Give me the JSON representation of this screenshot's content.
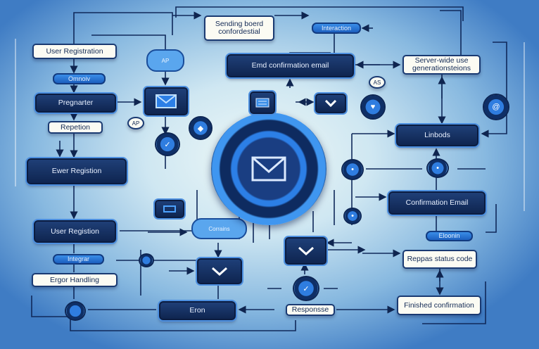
{
  "diagram": {
    "nodes": {
      "sending": "Sending boerd confordestial",
      "user_registration_top": "User Registration",
      "omnoiv": "Omnoiv",
      "pregnarter": "Pregnarter",
      "repetion": "Repetion",
      "ewer_registion": "Ewer Registion",
      "user_registion": "User Registion",
      "integrar": "Integrar",
      "error_handling": "Ergor Handling",
      "eron": "Eron",
      "email_confirmation": "Emd confirmation email",
      "interaction": "Interaction",
      "server_wide": "Server-wide use generationsteions",
      "linbods": "Linbods",
      "confirmation_email": "Confirmation Email",
      "eloonin": "Eloonin",
      "reppas": "Reppas status code",
      "responsse": "Responsse",
      "finished": "Finished confirmation",
      "cloud_ap": "AP",
      "cloud_corrains": "Corrains",
      "badge_ap": "AP",
      "badge_as": "AS"
    },
    "colors": {
      "dark": "#0f2550",
      "accent": "#2c7fe6",
      "light": "#fbfbf3"
    }
  }
}
